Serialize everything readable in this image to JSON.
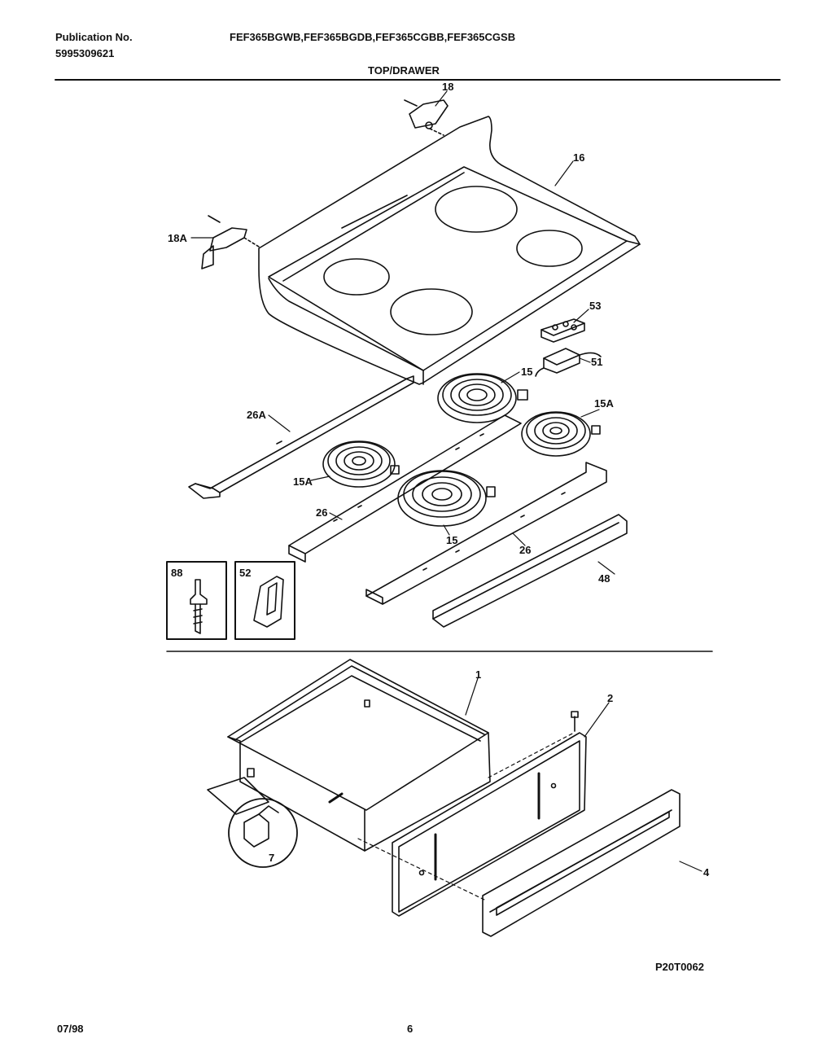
{
  "header": {
    "publication_label": "Publication No.",
    "publication_number": "5995309621",
    "models": "FEF365BGWB,FEF365BGDB,FEF365CGBB,FEF365CGSB",
    "section_title": "TOP/DRAWER"
  },
  "callouts": {
    "c18": "18",
    "c18a": "18A",
    "c16": "16",
    "c53": "53",
    "c51": "51",
    "c15_top": "15",
    "c15a_right": "15A",
    "c26a": "26A",
    "c15a_left": "15A",
    "c26_left": "26",
    "c15_bottom": "15",
    "c26_right": "26",
    "c48": "48",
    "c1": "1",
    "c2": "2",
    "c4": "4",
    "c7": "7"
  },
  "insets": {
    "inset88": "88",
    "inset52": "52"
  },
  "footer": {
    "drawing_code": "P20T0062",
    "date": "07/98",
    "page_number": "6"
  }
}
